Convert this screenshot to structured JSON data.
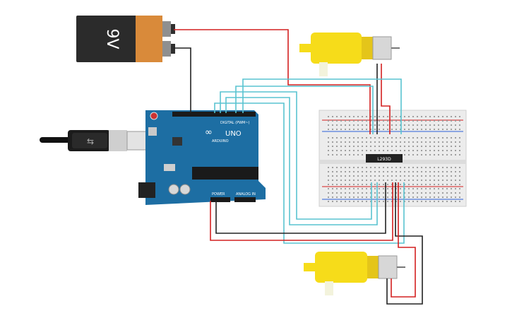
{
  "battery": {
    "label": "9V",
    "body_color": "#2b2b2b",
    "cap_color": "#d98a3a"
  },
  "arduino": {
    "logo_text": "ARDUINO",
    "model": "UNO",
    "header_digital": "DIGITAL (PWM~)",
    "header_power": "POWER",
    "header_analog": "ANALOG IN",
    "board_color": "#1d6ea3"
  },
  "driver_chip": {
    "label": "L293D"
  },
  "wire_colors": {
    "power": "#d32020",
    "ground": "#222222",
    "signal": "#59c3d0"
  },
  "motor_color": "#f6dc1a"
}
